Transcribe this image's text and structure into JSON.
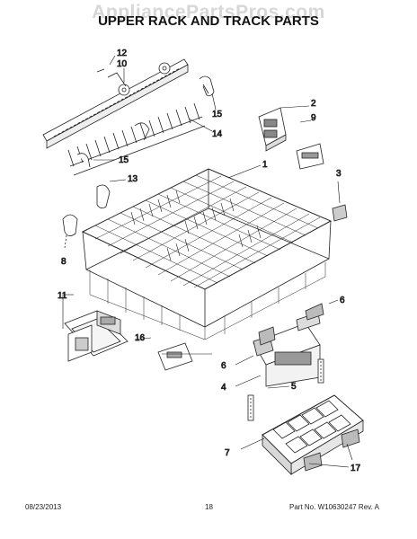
{
  "watermark": "AppliancePartsPros.com",
  "title": "UPPER RACK AND TRACK PARTS",
  "callouts": {
    "c1": "1",
    "c2": "2",
    "c3": "3",
    "c4": "4",
    "c5": "5",
    "c6a": "6",
    "c6b": "6",
    "c7": "7",
    "c8": "8",
    "c9": "9",
    "c10": "10",
    "c11": "11",
    "c12": "12",
    "c13": "13",
    "c14": "14",
    "c15a": "15",
    "c15b": "15",
    "c16": "16",
    "c17": "17"
  },
  "footer": {
    "date": "08/23/2013",
    "page": "18",
    "part_no": "Part No. W10630247  Rev. A"
  }
}
